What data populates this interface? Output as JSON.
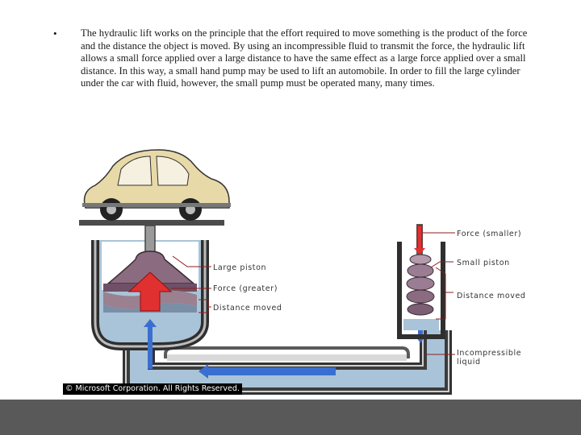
{
  "slide": {
    "bullet": "•",
    "paragraph": "The hydraulic lift works on the principle that the effort required to move something is the product of the force and the distance the object is moved. By using an incompressible fluid to transmit the force, the hydraulic lift allows a small force applied over a large distance to have the same effect as a large force applied over a small distance. In this way, a small hand pump may be used to lift an automobile. In order to fill the large cylinder under the car with fluid, however, the small pump must be operated many, many times."
  },
  "diagram": {
    "labels": {
      "force_smaller": "Force (smaller)",
      "small_piston": "Small piston",
      "distance_moved_small": "Distance moved",
      "incompressible_line1": "Incompressible",
      "incompressible_line2": "liquid",
      "large_piston": "Large piston",
      "force_greater": "Force (greater)",
      "distance_moved_large": "Distance moved"
    },
    "copyright": "© Microsoft Corporation. All Rights Reserved.",
    "colors": {
      "fluid": "#a9c4d8",
      "pipe_walls": "#4a4a4a",
      "piston": "#8a6b80",
      "force_arrow": "#e03030",
      "flow_arrow": "#3a6fd0",
      "car_body": "#e8d9a8",
      "leader_line": "#8b1c1c"
    }
  }
}
